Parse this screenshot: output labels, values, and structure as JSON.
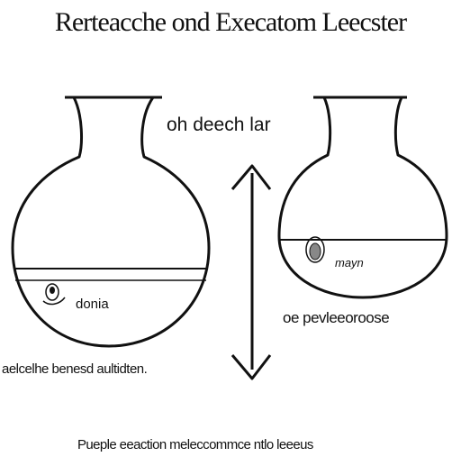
{
  "title": "Rerteacche ond Execatom Leecster",
  "labels": {
    "top_right": "oh deech lar",
    "left_flask_liquid": "donia",
    "right_flask_liquid": "mayn",
    "right_side": "oe pevleeoroose",
    "left_bottom": "aelcelhe benesd aultidten.",
    "footer": "Pueple eeaction meleccommce ntlo leeeus"
  },
  "colors": {
    "ink": "#111111",
    "background": "#ffffff"
  }
}
